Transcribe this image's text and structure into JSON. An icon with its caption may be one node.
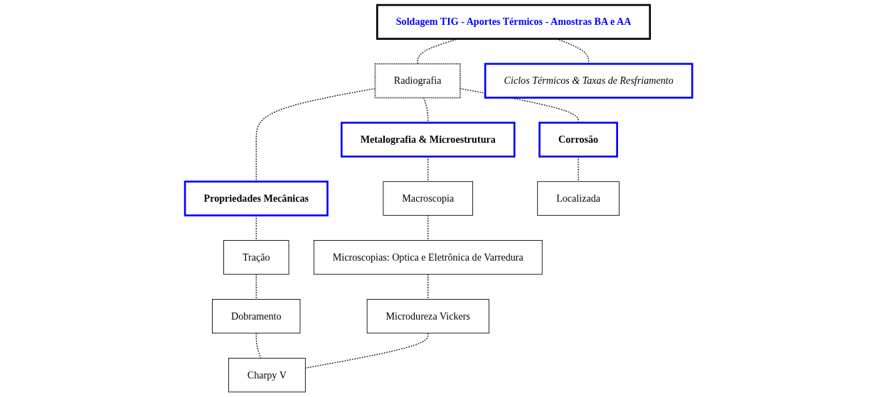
{
  "diagram": {
    "nodes": [
      {
        "text": [
          "Soldagem TIG - Aportes Térmicos - Amostras BA e AA"
        ]
      },
      {
        "text": [
          "Ciclos Térmicos & Taxas de Resfriamento"
        ]
      },
      {
        "text": [
          "Radiografia"
        ]
      },
      {
        "text": [
          "Metalografia & Microestrutura"
        ]
      },
      {
        "text": [
          "Propriedades Mecânicas"
        ]
      },
      {
        "text": [
          "Corrosão"
        ]
      },
      {
        "text": [
          "Macroscopia"
        ]
      },
      {
        "text": [
          "Microscopias: Optica e Eletrônica de Varredura"
        ]
      },
      {
        "text": [
          "Microdureza Vickers"
        ]
      },
      {
        "text": [
          "Tração"
        ]
      },
      {
        "text": [
          "Dobramento"
        ]
      },
      {
        "text": [
          "Charpy V"
        ]
      },
      {
        "text": [
          "Localizada"
        ]
      }
    ],
    "edges": [
      {
        "from": 0,
        "to": 2,
        "arrow": "none",
        "style": "dashed"
      },
      {
        "from": 0,
        "to": 1,
        "arrow": "none",
        "style": "dashed"
      },
      {
        "from": 2,
        "to": 3,
        "arrow": "none",
        "style": "dashed"
      },
      {
        "from": 2,
        "to": 4,
        "arrow": "none",
        "style": "dashed"
      },
      {
        "from": 2,
        "to": 5,
        "arrow": "none",
        "style": "dashed"
      },
      {
        "from": 3,
        "to": 6,
        "arrow": "none",
        "style": "dashed"
      },
      {
        "from": 6,
        "to": 7,
        "arrow": "none",
        "style": "dashed"
      },
      {
        "from": 7,
        "to": 8,
        "arrow": "none",
        "style": "dashed"
      },
      {
        "from": 4,
        "to": 9,
        "arrow": "none",
        "style": "dashed"
      },
      {
        "from": 9,
        "to": 10,
        "arrow": "none",
        "style": "dashed"
      },
      {
        "from": 10,
        "to": 11,
        "arrow": "none",
        "style": "dashed"
      },
      {
        "from": 5,
        "to": 12,
        "arrow": "none",
        "style": "dashed"
      },
      {
        "from": 8,
        "to": 11,
        "arrow": "none",
        "style": "dashed"
      }
    ]
  }
}
